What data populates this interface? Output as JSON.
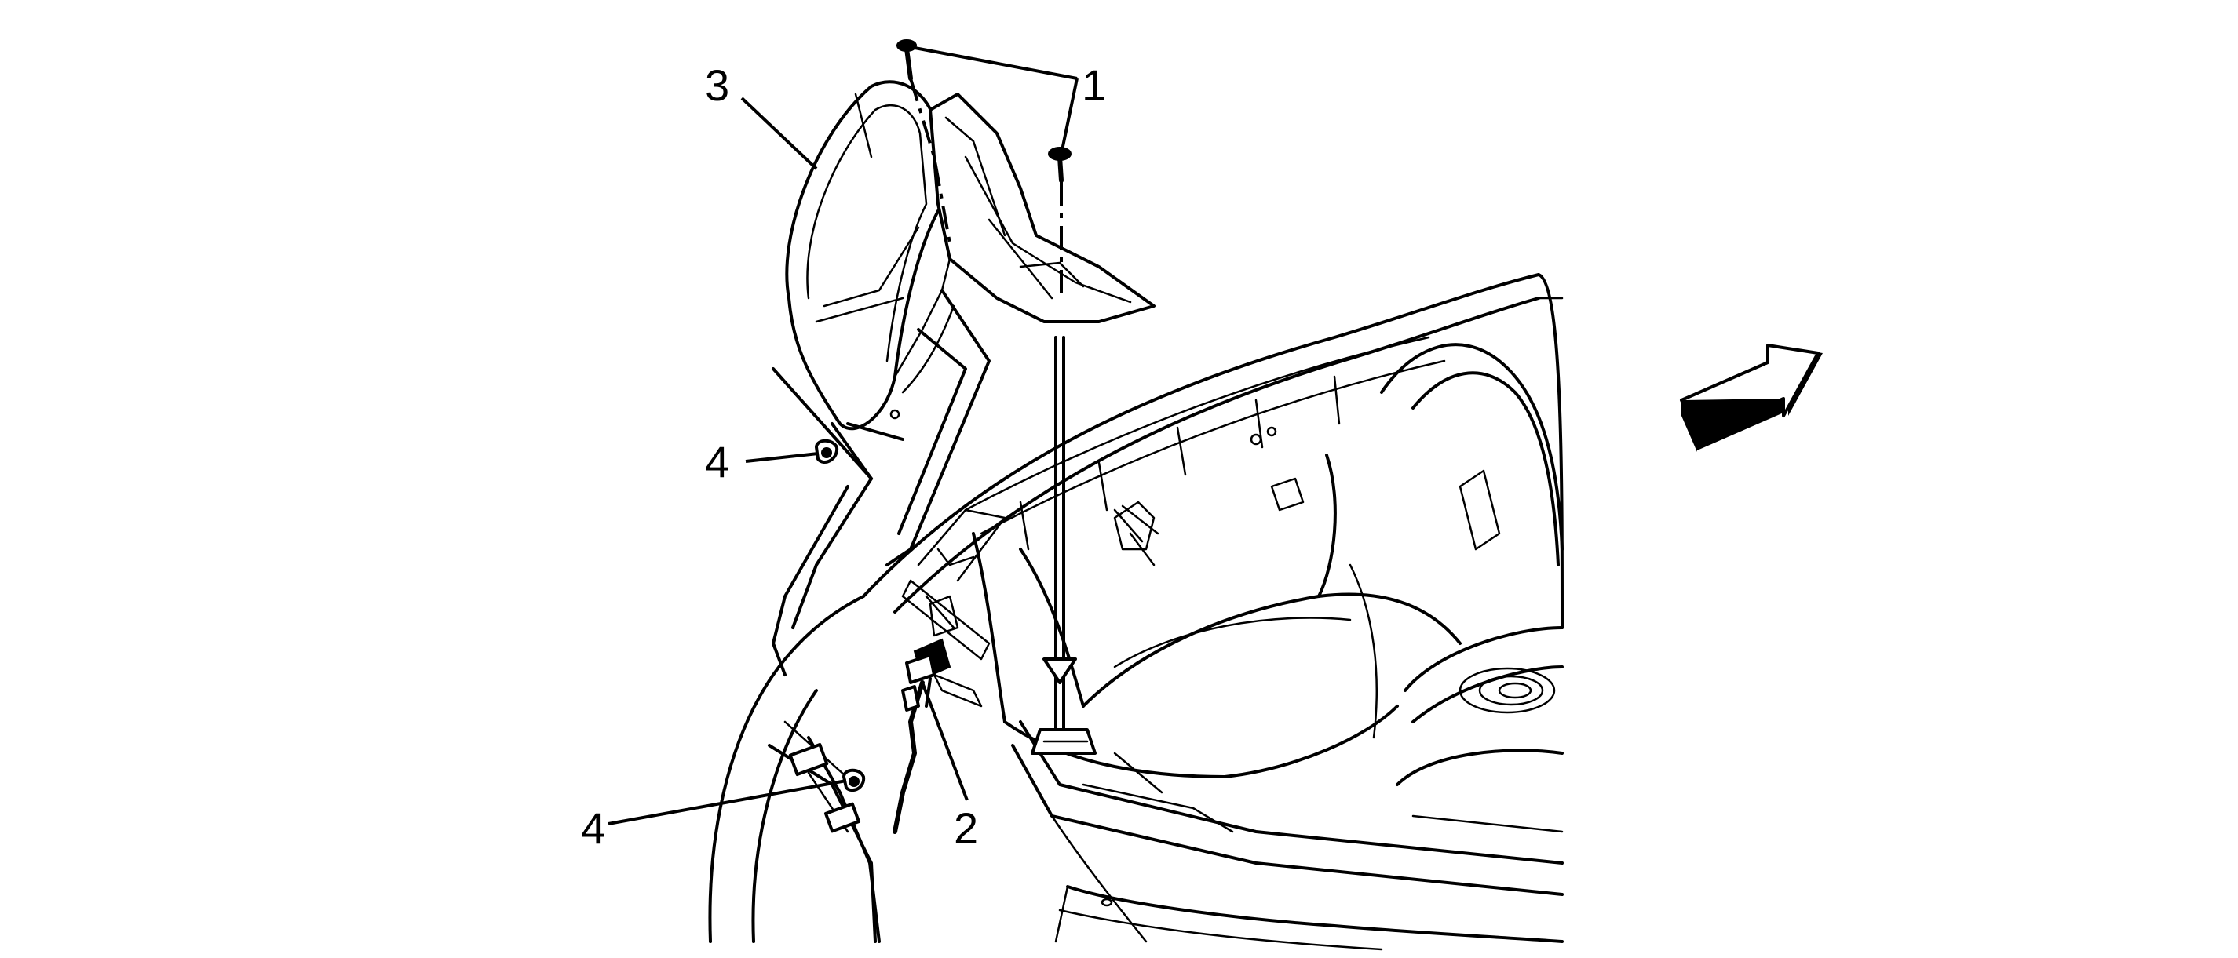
{
  "callouts": {
    "c1": "1",
    "c2": "2",
    "c3": "3",
    "c4_upper": "4",
    "c4_lower": "4"
  },
  "colors": {
    "line": "#000000",
    "background": "#ffffff"
  },
  "icons": {
    "direction": "forward-arrow-icon"
  }
}
